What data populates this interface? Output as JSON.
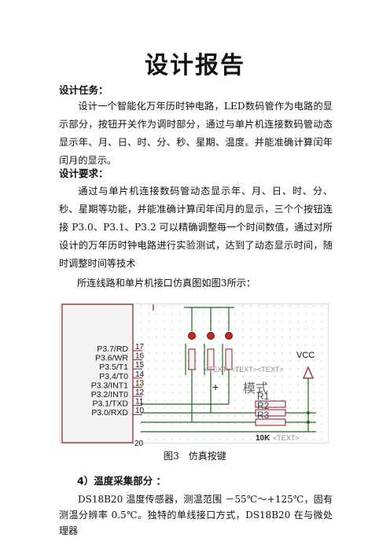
{
  "title": "设计报告",
  "task": {
    "heading": "设计任务：",
    "text": "设计一个智能化万年历时钟电路，LED数码管作为电路的显示部分，按钮开关作为调时部分，通过与单片机连接数码管动态显示年、月、日、时、分、秒、星期、温度。并能准确计算闰年闰月的显示。"
  },
  "requirement": {
    "heading": "设计要求：",
    "text": "通过与单片机连接数码管动态显示年、月、日、时、分、秒、星期等功能，并能准确计算闰年闰月的显示，三个个按钮连接 P3.0、P3.1、P3.2 可以精确调整每一个时间数值，通过对所设计的万年历时钟电路进行实验测试，达到了动态显示时间，随时调整时间等技术"
  },
  "figure_intro": "所连线路和单片机接口仿真图如图3所示：",
  "figure": {
    "pins": [
      {
        "label": "P3.7/RD",
        "num": "17"
      },
      {
        "label": "P3.6/WR",
        "num": "16"
      },
      {
        "label": "P3.5/T1",
        "num": "15"
      },
      {
        "label": "P3.4/T0",
        "num": "14"
      },
      {
        "label": "P3.3/INT1",
        "num": "13"
      },
      {
        "label": "P3.2/INT0",
        "num": "12"
      },
      {
        "label": "P3.1/TXD",
        "num": "11"
      },
      {
        "label": "P3.0/RXD",
        "num": "10"
      }
    ],
    "vcc": "VCC",
    "text_placeholder": "<TEXT><TEXT><TEXT>",
    "text_placeholder_bottom": "<TEXT>",
    "mode_label": "模式",
    "plus": "+",
    "resistors": [
      "R1",
      "R2",
      "R3"
    ],
    "resistor_value": "10K",
    "bottom_pin": "20"
  },
  "caption": "图3　仿真按键",
  "section4": {
    "heading": "4）温度采集部分 ：",
    "text": "DS18B20 温度传感器，测温范围 －55℃～+125℃，固有测温分辨率 0.5℃。独特的单线接口方式，DS18B20 在与微处理器"
  }
}
